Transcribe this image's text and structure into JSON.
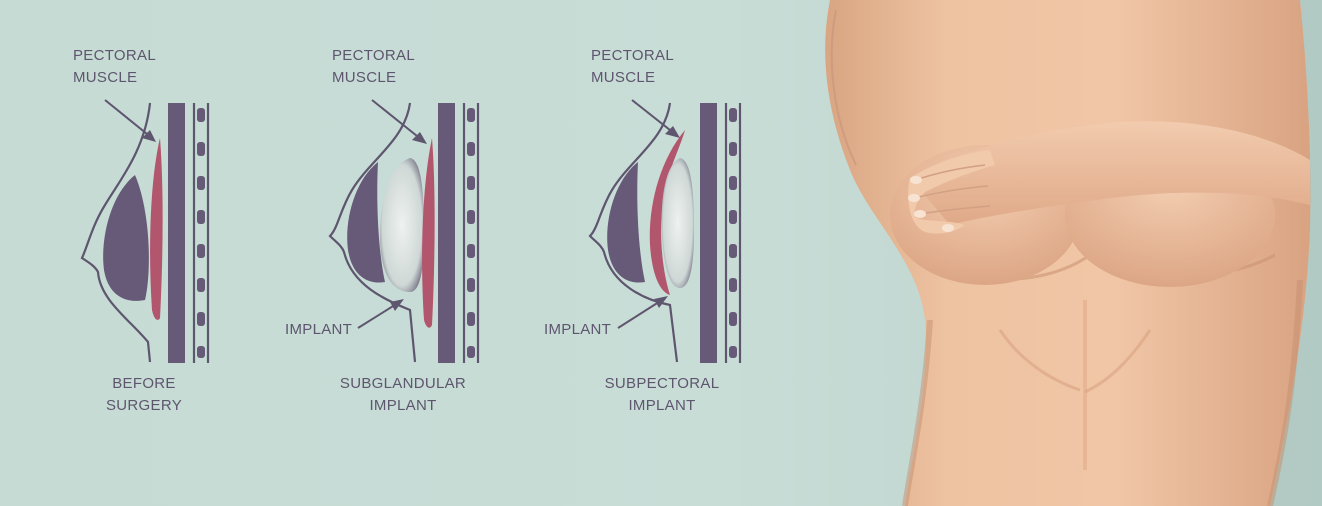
{
  "diagrams": [
    {
      "pectoral_label": "PECTORAL\nMUSCLE",
      "caption": "BEFORE\nSURGERY"
    },
    {
      "pectoral_label": "PECTORAL\nMUSCLE",
      "implant_label": "IMPLANT",
      "caption": "SUBGLANDULAR\nIMPLANT"
    },
    {
      "pectoral_label": "PECTORAL\nMUSCLE",
      "implant_label": "IMPLANT",
      "caption": "SUBPECTORAL\nIMPLANT"
    }
  ],
  "colors": {
    "background": "#c8ddd6",
    "outline": "#5e556e",
    "gland": "#665a78",
    "muscle": "#b2566e",
    "implant": "#dfe5e3",
    "skin": "#e7b998"
  }
}
